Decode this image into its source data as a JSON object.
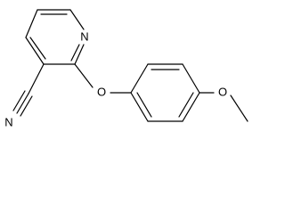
{
  "structure": {
    "atoms": {
      "ring_n": "N",
      "ether_o": "O",
      "methoxy_o": "O",
      "nitrile_n": "N"
    }
  }
}
